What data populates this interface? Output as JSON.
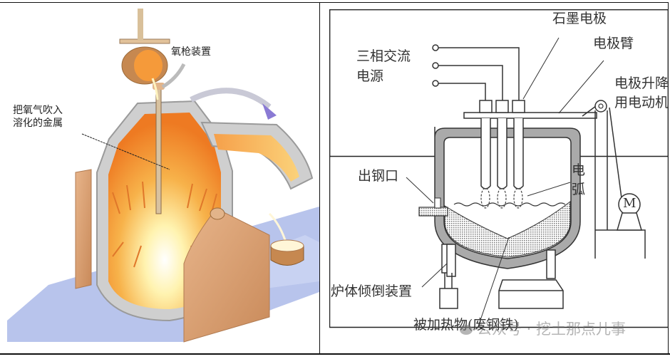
{
  "left_diagram": {
    "title": "Basic oxygen furnace illustration",
    "labels": {
      "oxygen_lance": "氧枪装置",
      "blow_oxygen_line1": "把氧气吹入",
      "blow_oxygen_line2": "溶化的金属"
    }
  },
  "right_diagram": {
    "title": "Electric arc furnace schematic",
    "labels": {
      "graphite_electrode": "石墨电极",
      "three_phase_line1": "三相交流",
      "three_phase_line2": "电源",
      "electrode_arm": "电极臂",
      "lift_motor_line1": "电极升降",
      "lift_motor_line2": "用电动机",
      "tap_hole": "出钢口",
      "arc_line1": "电",
      "arc_line2": "弧",
      "tilting_device": "炉体倾倒装置",
      "heated_material": "被加热物(废钢铁)",
      "motor_symbol": "M"
    }
  },
  "watermark": {
    "text": "公众号 · 挖土那点儿事"
  },
  "colors": {
    "furnace_orange": "#f08a2c",
    "furnace_glow": "#fff3b0",
    "wall_tan": "#d49a6a",
    "floor_blue": "#b8c4ec",
    "shell_gray": "#a9a9a9",
    "line_black": "#222222"
  }
}
